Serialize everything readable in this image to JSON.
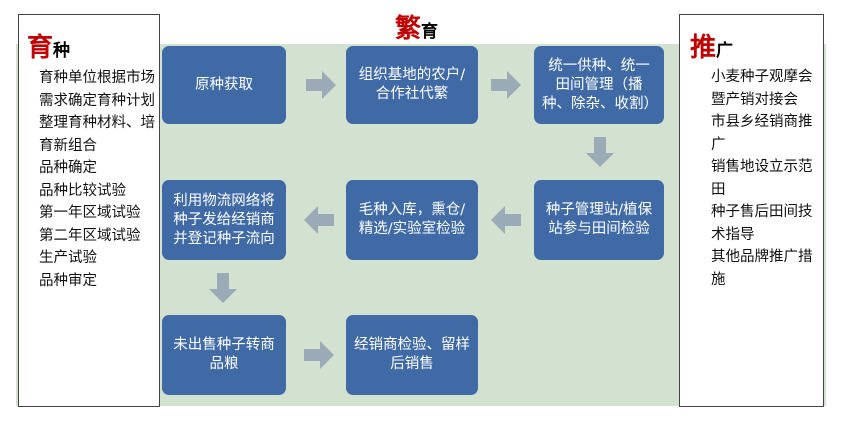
{
  "left_panel": {
    "title_big": "育",
    "title_small": "种",
    "items": [
      "育种单位根据市场需求确定育种计划",
      "整理育种材料、培育新组合",
      "品种确定",
      "品种比较试验",
      "第一年区域试验",
      "第二年区域试验",
      "生产试验",
      "品种审定"
    ]
  },
  "center": {
    "title_big": "繁",
    "title_small": "育",
    "steps": [
      "原种获取",
      "组织基地的农户/合作社代繁",
      "统一供种、统一田间管理（播种、除杂、收割）",
      "种子管理站/植保站参与田间检验",
      "毛种入库，熏仓/精选/实验室检验",
      "利用物流网络将种子发给经销商并登记种子流向",
      "未出售种子转商品粮",
      "经销商检验、留样后销售"
    ]
  },
  "right_panel": {
    "title_big": "推",
    "title_small": "广",
    "items": [
      "小麦种子观摩会暨产销对接会",
      "市县乡经销商推广",
      "销售地设立示范田",
      "种子售后田间技术指导",
      "其他品牌推广措施"
    ]
  },
  "colors": {
    "box_fill": "#3f6aa6",
    "arrow_fill": "#9aaab7",
    "background": "#d3e2d0",
    "title_accent": "#c00000"
  }
}
